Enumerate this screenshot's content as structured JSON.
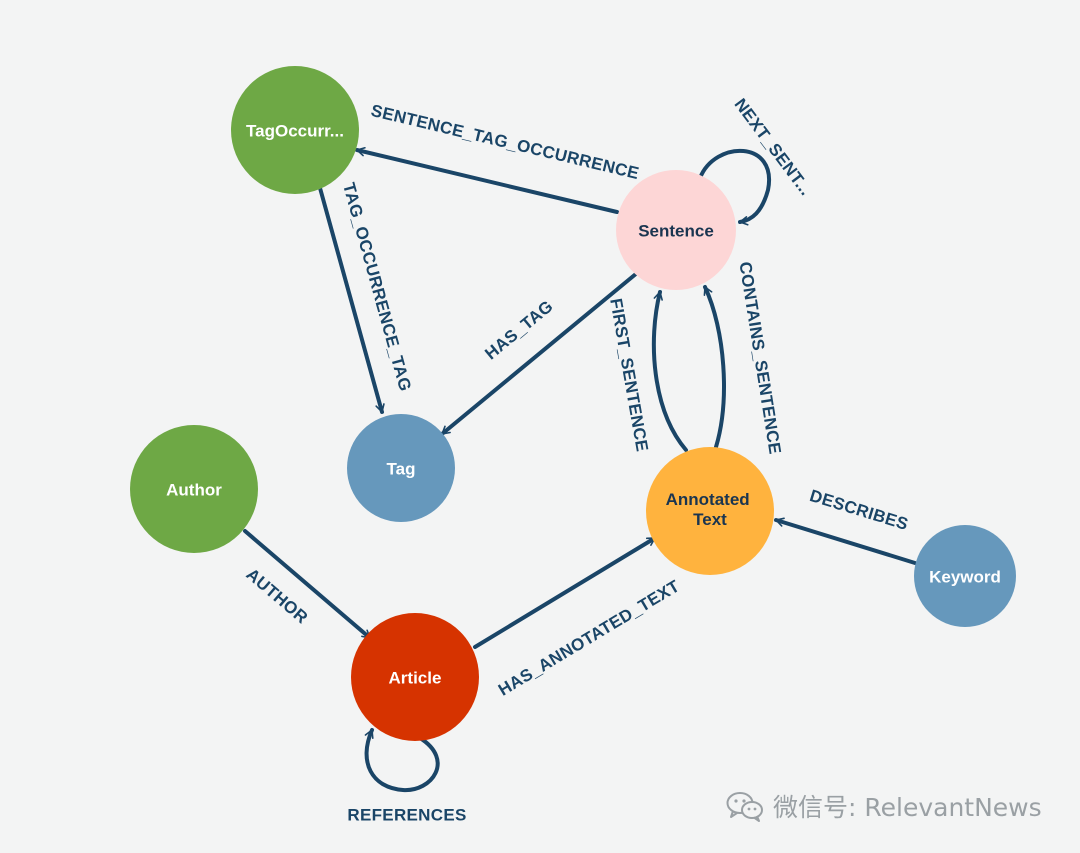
{
  "graph": {
    "nodes": [
      {
        "id": "tagocc",
        "label": "TagOccurr...",
        "color": "#6ea845"
      },
      {
        "id": "sentence",
        "label": "Sentence",
        "color": "#fdd6d6"
      },
      {
        "id": "tag",
        "label": "Tag",
        "color": "#6698bc"
      },
      {
        "id": "author",
        "label": "Author",
        "color": "#6ea845"
      },
      {
        "id": "article",
        "label": "Article",
        "color": "#d63300"
      },
      {
        "id": "annot",
        "label": "Annotated Text",
        "color": "#ffb33e"
      },
      {
        "id": "keyword",
        "label": "Keyword",
        "color": "#6698bc"
      }
    ],
    "edges": [
      {
        "id": "e1",
        "from": "sentence",
        "to": "tagocc",
        "label": "SENTENCE_TAG_OCCURRENCE"
      },
      {
        "id": "e2",
        "from": "sentence",
        "to": "sentence",
        "label": "NEXT_SENT..."
      },
      {
        "id": "e3",
        "from": "tagocc",
        "to": "tag",
        "label": "TAG_OCCURRENCE_TAG"
      },
      {
        "id": "e4",
        "from": "sentence",
        "to": "tag",
        "label": "HAS_TAG"
      },
      {
        "id": "e5",
        "from": "annot",
        "to": "sentence",
        "label": "FIRST_SENTENCE"
      },
      {
        "id": "e6",
        "from": "annot",
        "to": "sentence",
        "label": "CONTAINS_SENTENCE"
      },
      {
        "id": "e7",
        "from": "keyword",
        "to": "annot",
        "label": "DESCRIBES"
      },
      {
        "id": "e8",
        "from": "author",
        "to": "article",
        "label": "AUTHOR"
      },
      {
        "id": "e9",
        "from": "article",
        "to": "annot",
        "label": "HAS_ANNOTATED_TEXT"
      },
      {
        "id": "e10",
        "from": "article",
        "to": "article",
        "label": "REFERENCES"
      }
    ]
  },
  "colors": {
    "edge": "#1a4567",
    "background": "#f3f4f4"
  },
  "watermark": {
    "icon": "wechat-icon",
    "text": "微信号: RelevantNews"
  }
}
